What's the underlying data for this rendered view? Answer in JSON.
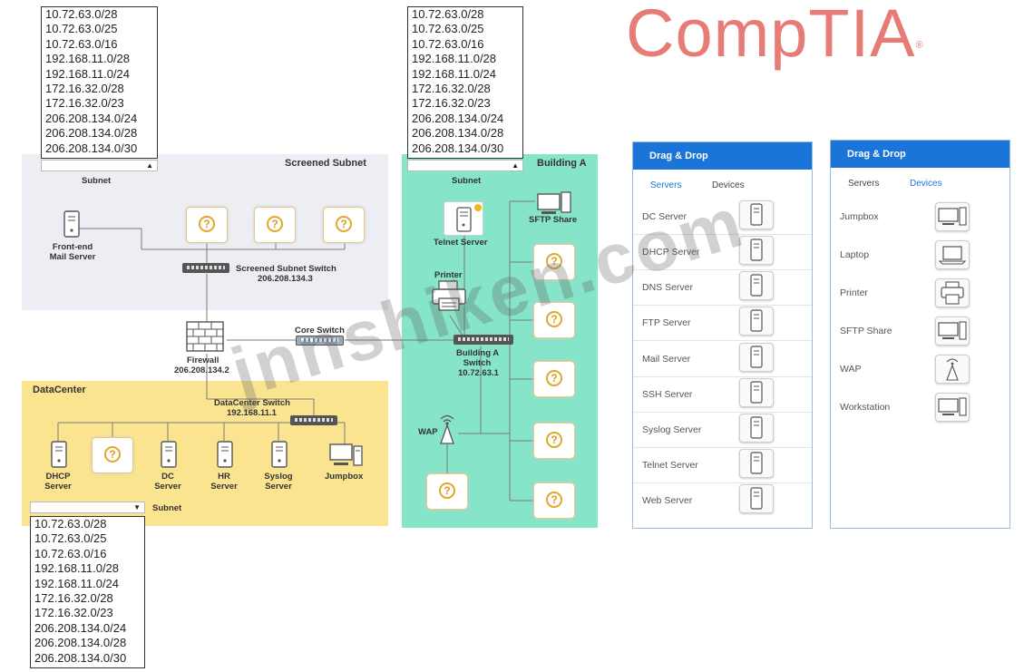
{
  "subnet_options": [
    "10.72.63.0/28",
    "10.72.63.0/25",
    "10.72.63.0/16",
    "192.168.11.0/28",
    "192.168.11.0/24",
    "172.16.32.0/28",
    "172.16.32.0/23",
    "206.208.134.0/24",
    "206.208.134.0/28",
    "206.208.134.0/30"
  ],
  "brand": {
    "logo_text": "CompTIA",
    "logo_mark": "®",
    "color": "#e77b76"
  },
  "watermark": "jnnshiken.com",
  "screened": {
    "title": "Screened Subnet",
    "subnet_label": "Subnet",
    "mail_server": [
      "Front-end",
      "Mail Server"
    ],
    "switch_label": "Screened Subnet Switch",
    "switch_ip": "206.208.134.3"
  },
  "core": {
    "firewall_label": "Firewall",
    "firewall_ip": "206.208.134.2",
    "core_switch_label": "Core Switch"
  },
  "datacenter": {
    "title": "DataCenter",
    "switch_label": "DataCenter Switch",
    "switch_ip": "192.168.11.1",
    "subnet_label": "Subnet",
    "dhcp": [
      "DHCP",
      "Server"
    ],
    "dc": [
      "DC",
      "Server"
    ],
    "hr": [
      "HR",
      "Server"
    ],
    "syslog": [
      "Syslog",
      "Server"
    ],
    "jumpbox": "Jumpbox"
  },
  "building": {
    "title": "Building A",
    "subnet_label": "Subnet",
    "telnet": "Telnet Server",
    "sftp": "SFTP Share",
    "printer": "Printer",
    "switch_label": [
      "Building A",
      "Switch"
    ],
    "switch_ip": "10.72.63.1",
    "wap": "WAP"
  },
  "servers_panel": {
    "title": "Drag & Drop",
    "tabs": [
      "Servers",
      "Devices"
    ],
    "items": [
      "DC Server",
      "DHCP Server",
      "DNS Server",
      "FTP Server",
      "Mail Server",
      "SSH Server",
      "Syslog Server",
      "Telnet Server",
      "Web Server"
    ]
  },
  "devices_panel": {
    "title": "Drag & Drop",
    "tabs": [
      "Servers",
      "Devices"
    ],
    "items": [
      "Jumpbox",
      "Laptop",
      "Printer",
      "SFTP Share",
      "WAP",
      "Workstation"
    ]
  },
  "colors": {
    "screened_bg": "#e9ebf2",
    "building_bg": "#7fe3c5",
    "datacenter_bg": "#fbe38a",
    "accent_blue": "#1b74d8",
    "placeholder_border": "#e3a62a"
  }
}
